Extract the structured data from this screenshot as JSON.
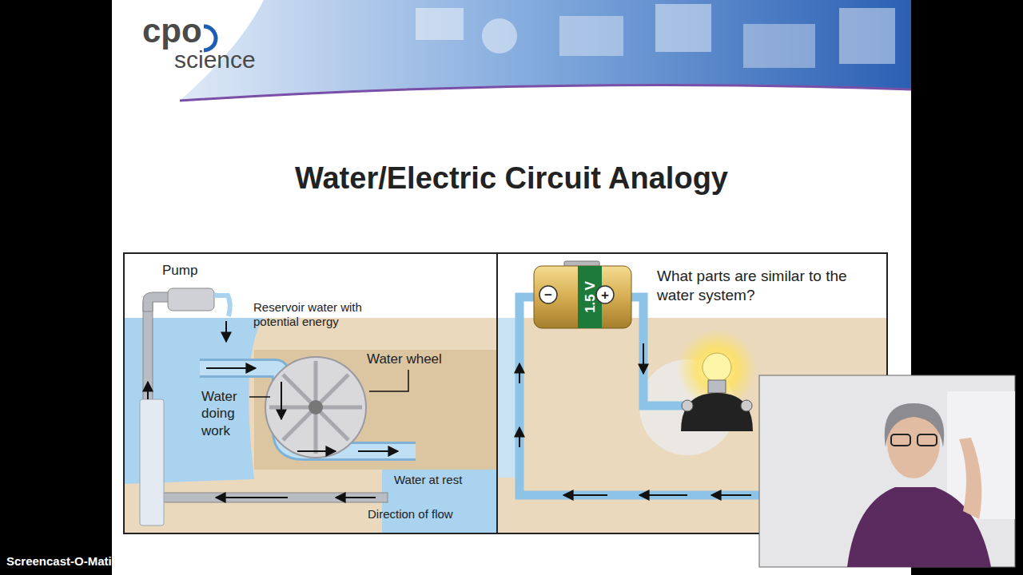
{
  "diagram": {
    "title": "Water/Electric Circuit Analogy",
    "labels": [
      "cpo",
      "science",
      "Pump",
      "Reservoir water with potential energy",
      "Water wheel",
      "Water doing work",
      "Water at rest",
      "Direction of flow",
      "1.5 V",
      "−",
      "+",
      "What parts are similar to the water system?",
      "Screencast-O-Matic.com"
    ]
  }
}
